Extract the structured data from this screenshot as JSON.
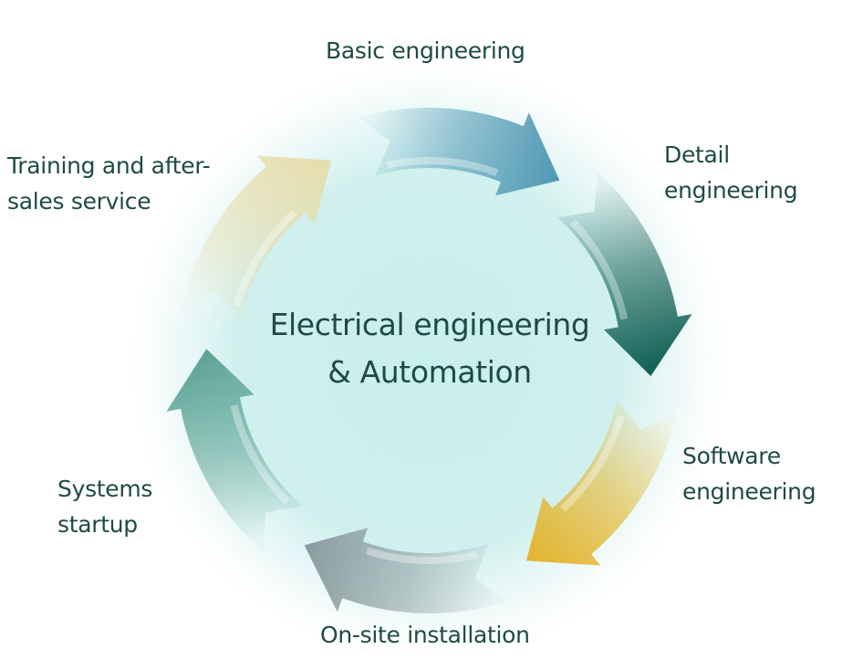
{
  "center": {
    "title": "Electrical engineering\n& Automation"
  },
  "steps": [
    {
      "id": "basic",
      "label": "Basic engineering"
    },
    {
      "id": "detail",
      "label": "Detail\nengineering"
    },
    {
      "id": "software",
      "label": "Software\nengineering"
    },
    {
      "id": "onsite",
      "label": "On-site installation"
    },
    {
      "id": "startup",
      "label": "Systems\nstartup"
    },
    {
      "id": "training",
      "label": "Training and after-\nsales service"
    }
  ],
  "colors": {
    "text": "#1f4a44",
    "halo": "#c4ecea",
    "basic": "#4f98b3",
    "detail": "#0e5e52",
    "software": "#e3b42a",
    "onsite": "#8a9c9e",
    "startup": "#5aa393",
    "training": "#e6ddab"
  }
}
